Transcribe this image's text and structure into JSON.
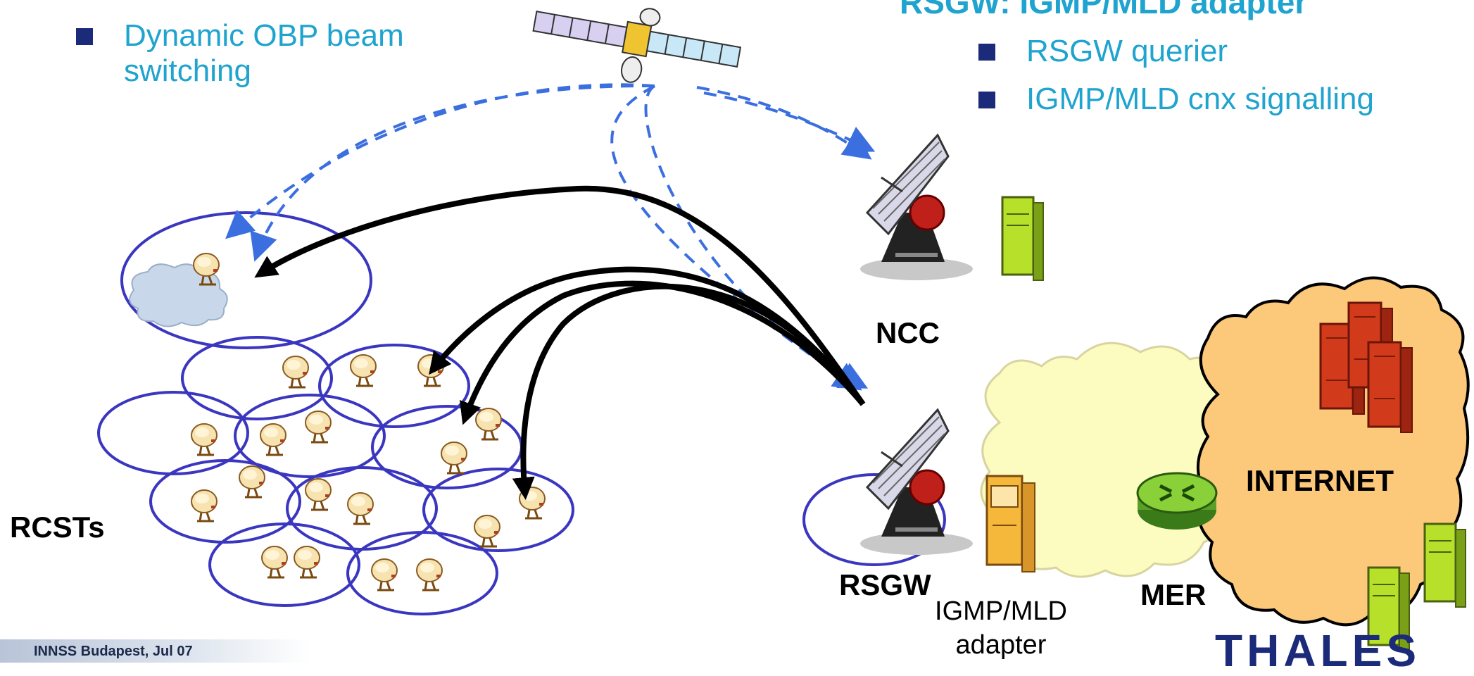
{
  "left_bullets": [
    {
      "text": "Dynamic OBP beam switching",
      "line1": "Dynamic OBP beam",
      "line2": "switching"
    }
  ],
  "right_heading": "RSGW: IGMP/MLD adapter",
  "right_bullets": [
    "RSGW querier",
    "IGMP/MLD cnx signalling"
  ],
  "labels": {
    "ncc": "NCC",
    "rsgw": "RSGW",
    "rcsts": "RCSTs",
    "adapter_line1": "IGMP/MLD",
    "adapter_line2": "adapter",
    "mer": "MER",
    "internet": "INTERNET"
  },
  "footer": "INNSS Budapest, Jul 07",
  "logo": "THALES",
  "colors": {
    "accent_text": "#1fa3cf",
    "bullet": "#1c2a7a",
    "beam_ellipse": "#3a36c0",
    "dashed": "#3b6fe0",
    "cloud_internet": "#fcc87a",
    "cloud_lan": "#fdfcc0"
  }
}
